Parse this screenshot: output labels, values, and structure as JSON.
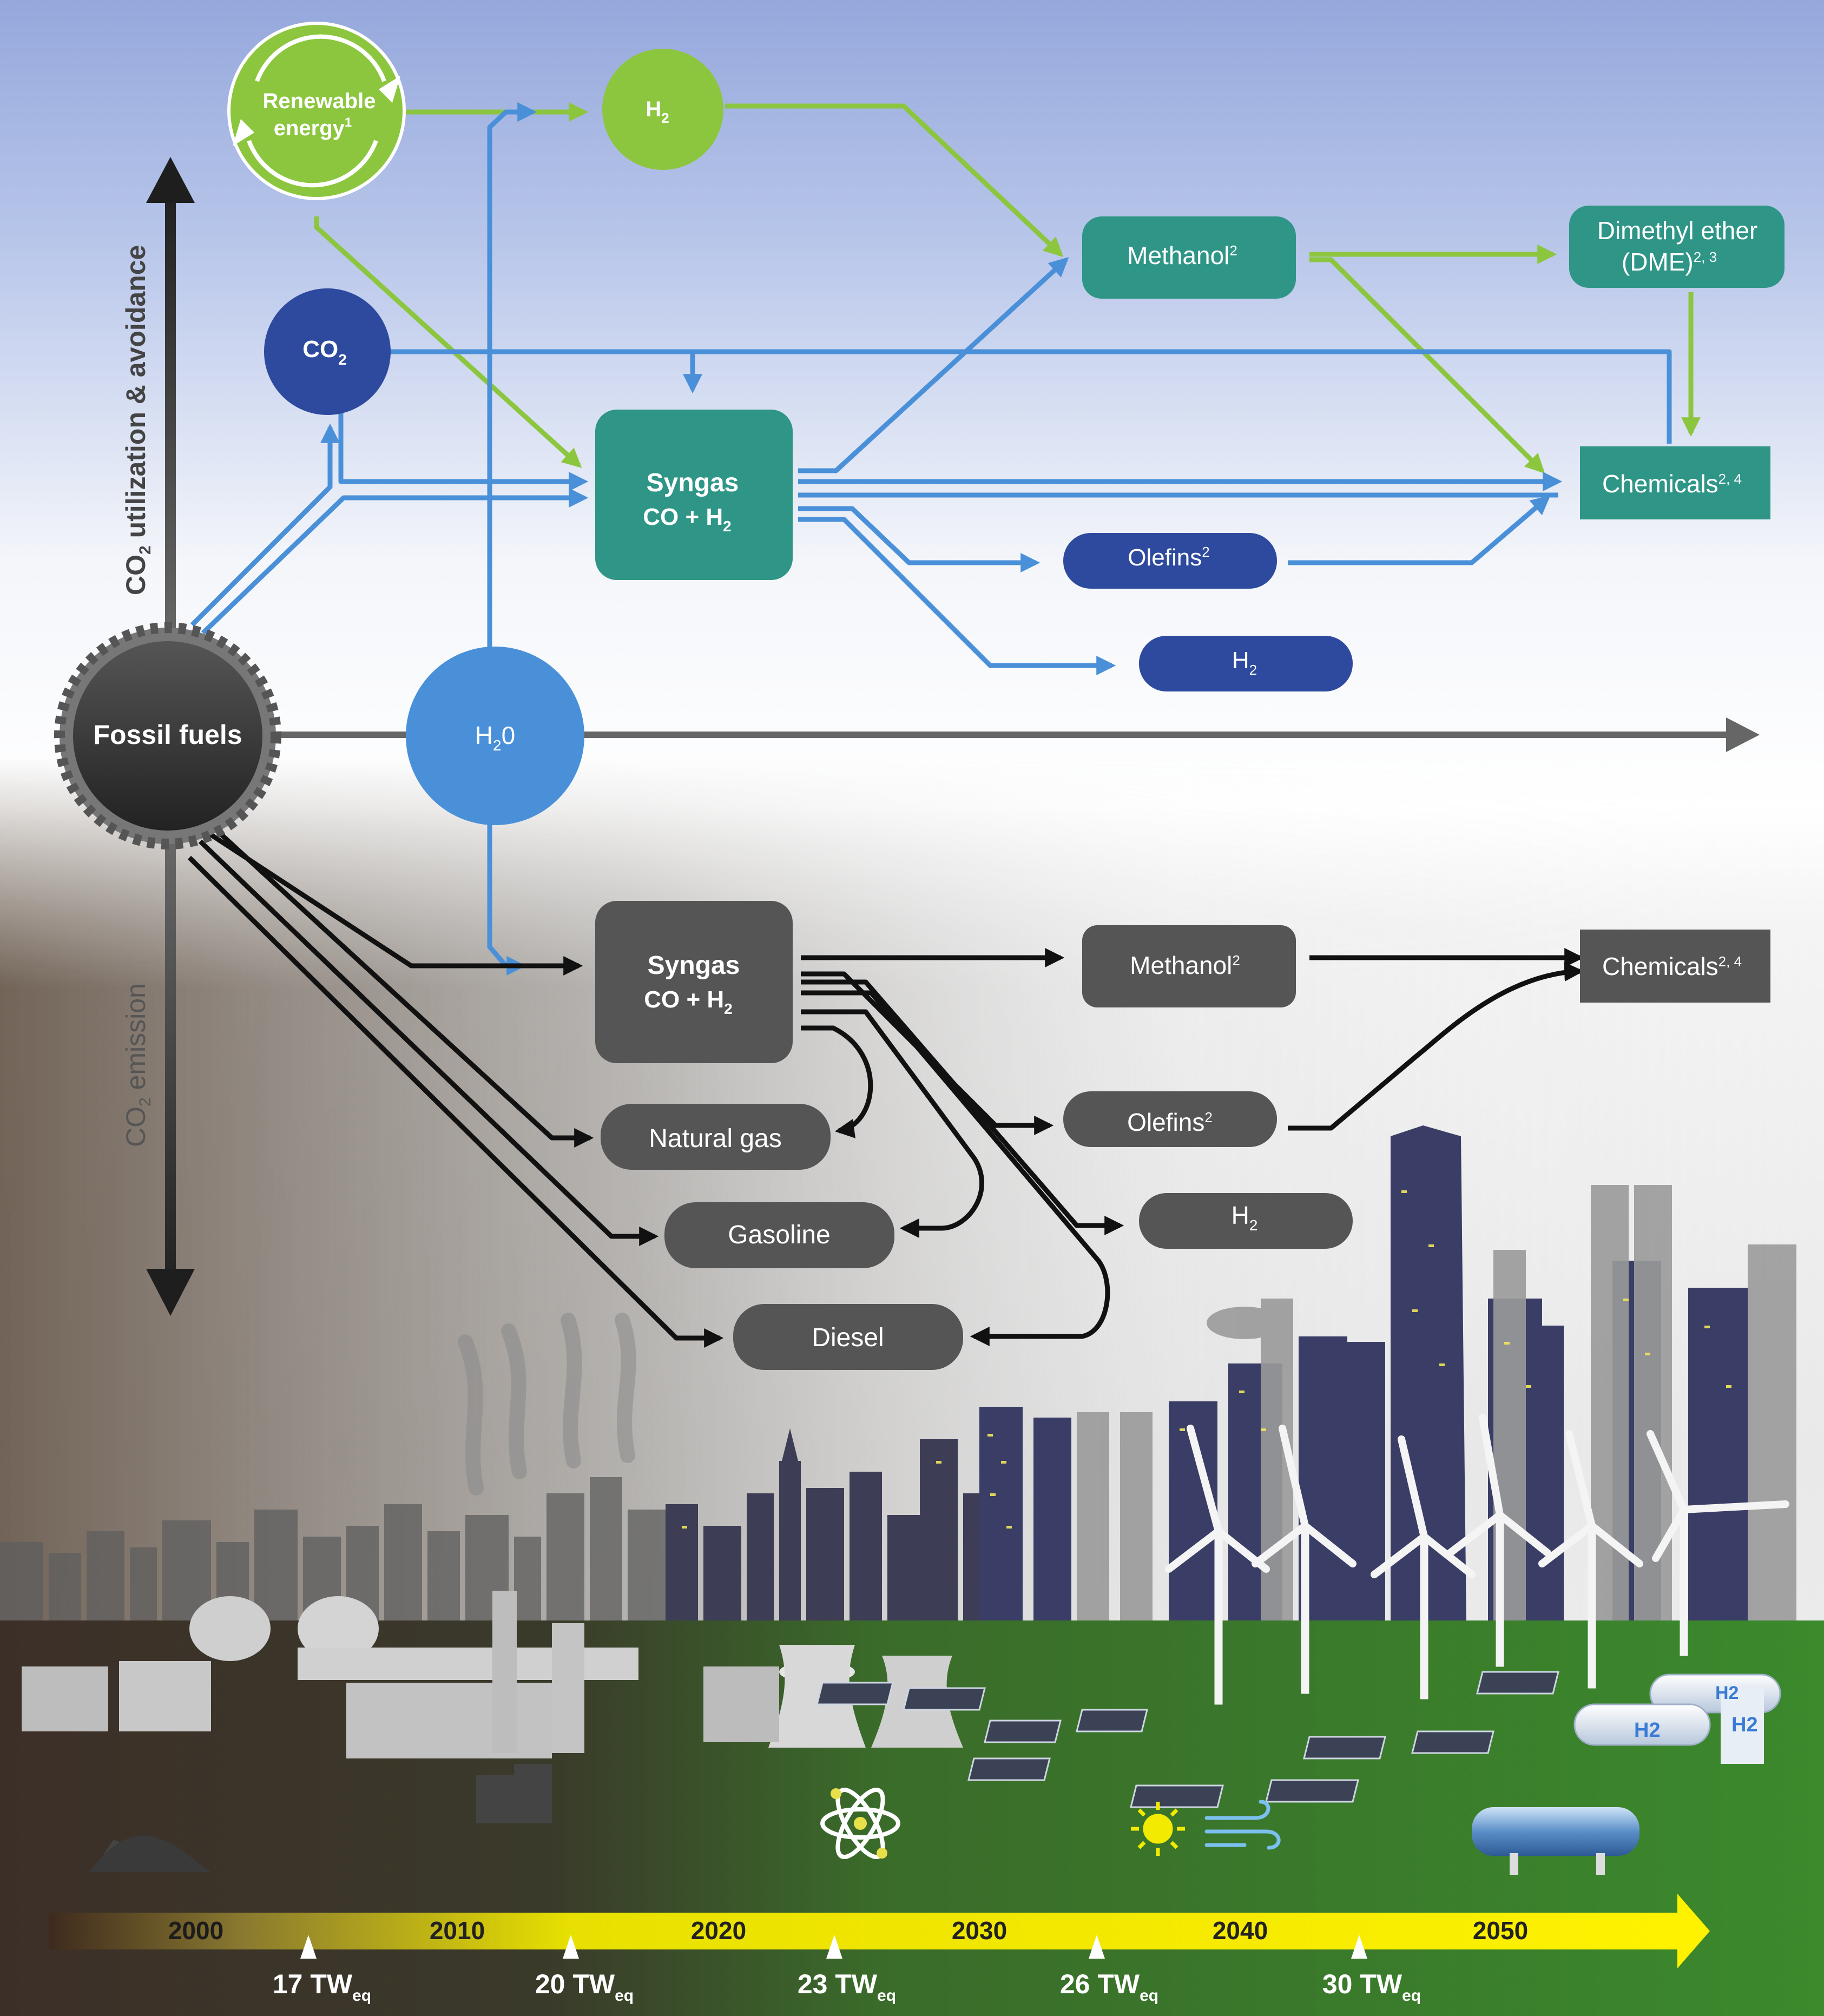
{
  "colors": {
    "green": "#8cc63f",
    "blue": "#4a90d9",
    "dark_blue": "#2e4a9e",
    "teal": "#2f9687",
    "gray_box": "#555555",
    "black_line": "#111111",
    "timeline_yellow": "#f2ea00"
  },
  "axis": {
    "up_label": "CO",
    "up_sub": "2",
    "up_rest": " utilization & avoidance",
    "down_label": "CO",
    "down_sub": "2",
    "down_rest": " emission"
  },
  "nodes": {
    "renewable_l1": "Renewable",
    "renewable_l2": "energy",
    "renewable_sup": "1",
    "h2_top": "H",
    "h2_top_sub": "2",
    "co2": "CO",
    "co2_sub": "2",
    "fossil": "Fossil fuels",
    "water": "H",
    "water_sub": "2",
    "water_rest": "0",
    "syngas_top_l1": "Syngas",
    "syngas_top_l2": "CO + H",
    "syngas_top_sub": "2",
    "methanol_top": "Methanol",
    "methanol_top_sup": "2",
    "dme_l1": "Dimethyl ether",
    "dme_l2": "(DME)",
    "dme_sup": "2, 3",
    "chemicals_top": "Chemicals",
    "chemicals_top_sup": "2, 4",
    "olefins_top": "Olefins",
    "olefins_top_sup": "2",
    "h2_mid": "H",
    "h2_mid_sub": "2",
    "syngas_bot_l1": "Syngas",
    "syngas_bot_l2": "CO + H",
    "syngas_bot_sub": "2",
    "methanol_bot": "Methanol",
    "methanol_bot_sup": "2",
    "chemicals_bot": "Chemicals",
    "chemicals_bot_sup": "2, 4",
    "olefins_bot": "Olefins",
    "olefins_bot_sup": "2",
    "h2_bot": "H",
    "h2_bot_sub": "2",
    "natural_gas": "Natural gas",
    "gasoline": "Gasoline",
    "diesel": "Diesel"
  },
  "timeline": {
    "years": [
      "2000",
      "2010",
      "2020",
      "2030",
      "2040",
      "2050"
    ],
    "energy": [
      {
        "value": "17 TW",
        "sub": "eq"
      },
      {
        "value": "20 TW",
        "sub": "eq"
      },
      {
        "value": "23 TW",
        "sub": "eq"
      },
      {
        "value": "26 TW",
        "sub": "eq"
      },
      {
        "value": "30 TW",
        "sub": "eq"
      }
    ]
  },
  "illustration": {
    "h2_tank_label": "H2"
  }
}
